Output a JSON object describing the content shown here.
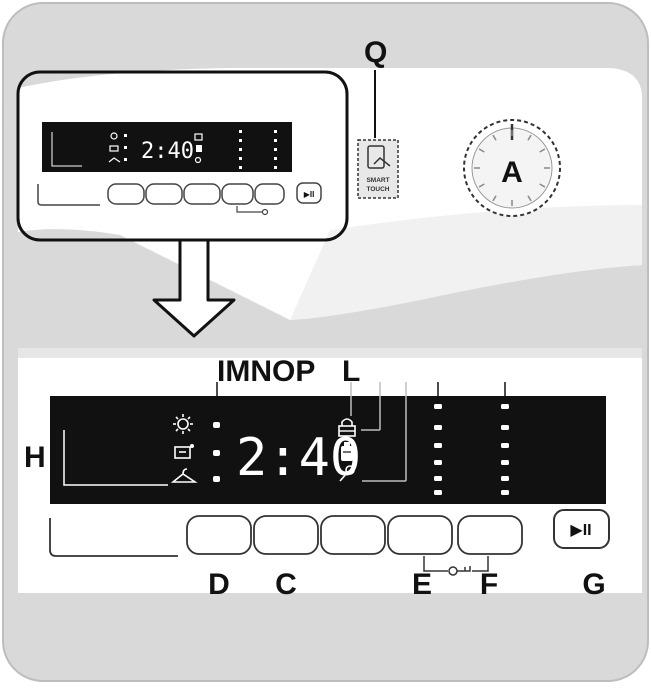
{
  "colors": {
    "panel": "#d9d9d9",
    "panel_dark": "#cfcfcf",
    "display_bg": "#111111",
    "label_text": "#111111",
    "button_fill": "#ffffff",
    "outline": "#222222"
  },
  "callouts": {
    "q": "Q",
    "a": "A",
    "imnop": "IMNOP",
    "l": "L",
    "h": "H",
    "d": "D",
    "c": "C",
    "e": "E",
    "f": "F",
    "g": "G"
  },
  "display": {
    "time": "2:40",
    "mini_time": "2:40",
    "left_icons": [
      "sun-icon",
      "dry-icon",
      "hanger-icon"
    ],
    "right_icons": [
      "lock-icon",
      "detergent-icon",
      "key-icon"
    ]
  },
  "smart_touch": {
    "line1": "SMART",
    "line2": "TOUCH",
    "icon": "phone-tap-icon"
  },
  "play_pause": {
    "symbol": "▶II",
    "icon": "play-pause-icon"
  },
  "dial_icon": "program-dial-icon",
  "arrow_icon": "zoom-arrow-icon"
}
